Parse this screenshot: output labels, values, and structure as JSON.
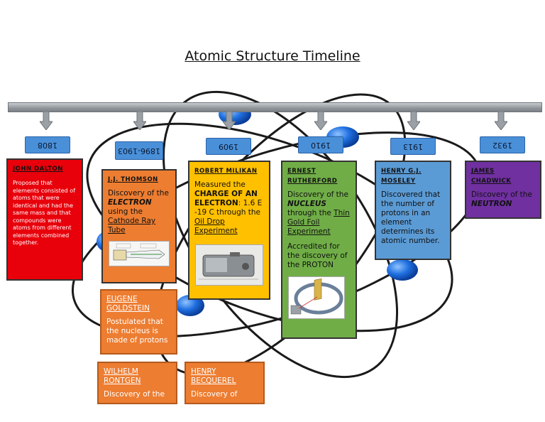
{
  "title": "Atomic Structure Timeline",
  "years": [
    "1808",
    "1896-1903",
    "1909",
    "1910",
    "1913",
    "1932"
  ],
  "dalton": {
    "name": "JOHN DALTON",
    "text": "Proposed that elements consisted of atoms that were identical and had the same mass and that compounds were atoms from different elements combined together."
  },
  "thomson": {
    "name": "J.J. THOMSON",
    "t1": "Discovery of the",
    "t2": "ELECTRON",
    "t3": "using the",
    "t4": "Cathode Ray Tube"
  },
  "millikan": {
    "name": "ROBERT MILIKAN",
    "t1": "Measured the",
    "t2": "CHARGE OF AN ELECTRON",
    "t3": ": 1.6 E -19 C through the",
    "t4": "Oil Drop Experiment"
  },
  "rutherford": {
    "name": "ERNEST RUTHERFORD",
    "t1": "Discovery of the",
    "t2": "NUCLEUS",
    "t3": "through the",
    "t4": "Thin Gold Foil Experiment",
    "t5": "Accredited for the discovery of the PROTON"
  },
  "moseley": {
    "name": "HENRY G.J. MOSELEY",
    "text": "Discovered that the number of protons in an element determines its atomic number."
  },
  "chadwick": {
    "name": "JAMES CHADWICK",
    "t1": "Discovery of the",
    "t2": "NEUTRON"
  },
  "goldstein": {
    "name": "EUGENE GOLDSTEIN",
    "text": "Postulated that the nucleus is made of protons"
  },
  "rontgen": {
    "name": "WILHELM RONTGEN",
    "text": "Discovery of the"
  },
  "becquerel": {
    "name": "HENRY BECQUEREL",
    "text": "Discovery of"
  },
  "colors": {
    "dalton": "#e8000b",
    "thomson": "#ed7d31",
    "millikan": "#ffc000",
    "rutherford": "#70ad47",
    "moseley": "#5b9bd5",
    "chadwick": "#7030a0",
    "year_tab": "#4a90d9",
    "electron": "#1f6fe0"
  }
}
